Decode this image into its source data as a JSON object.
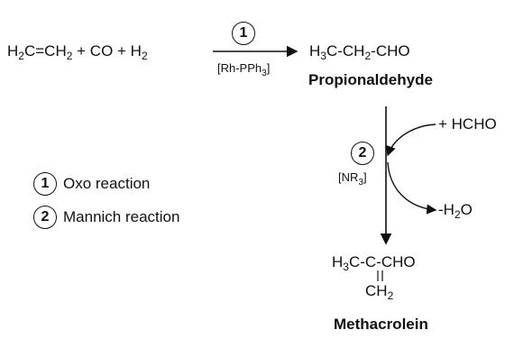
{
  "reaction1": {
    "reactants": {
      "a": "H",
      "a_sub": "2",
      "b": "C=CH",
      "b_sub": "2",
      "c": " + CO + H",
      "c_sub": "2"
    },
    "step": "1",
    "catalyst": {
      "pre": "[Rh-PPh",
      "sub": "3",
      "post": "]"
    },
    "product": {
      "p1": "H",
      "p1_sub": "3",
      "p2": "C-CH",
      "p2_sub": "2",
      "p3": "-CHO"
    },
    "product_name": "Propionaldehyde"
  },
  "reaction2": {
    "step": "2",
    "catalyst": {
      "pre": "[NR",
      "sub": "3",
      "post": "]"
    },
    "reagent_in": "+ HCHO",
    "byproduct": {
      "pre": "-H",
      "sub": "2",
      "post": "O"
    },
    "product_line1": {
      "p1": "H",
      "p1_sub": "3",
      "p2": "C-C-CHO"
    },
    "product_line2": {
      "p1": "CH",
      "p1_sub": "2"
    },
    "product_name": "Methacrolein"
  },
  "legend": {
    "items": [
      {
        "number": "1",
        "label": "Oxo reaction"
      },
      {
        "number": "2",
        "label": "Mannich reaction"
      }
    ]
  },
  "colors": {
    "ink": "#111111",
    "background": "#ffffff"
  }
}
